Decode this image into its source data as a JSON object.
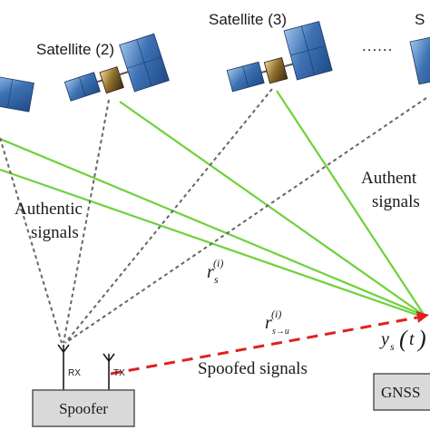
{
  "diagram": {
    "satellite_2_label": "Satellite (2)",
    "satellite_3_label": "Satellite (3)",
    "satellite_partial_label": "S",
    "ellipsis": "......",
    "authentic_left_line1": "Authentic",
    "authentic_left_line2": "signals",
    "authentic_right_line1": "Authent",
    "authentic_right_line2": "signals",
    "spoofed_label": "Spoofed signals",
    "spoofer_label": "Spoofer",
    "rx_label": "RX",
    "tx_label": "TX",
    "receiver_label": "GNSS",
    "r_s_base": "r",
    "r_s_sub": "s",
    "r_s_sup": "(i)",
    "r_su_base": "r",
    "r_su_sub": "s→u",
    "r_su_sup": "(i)",
    "ys_base": "y",
    "ys_sub": "s",
    "ys_arg": "t",
    "colors": {
      "authentic_line": "#6fd13b",
      "spoofed_line": "#e02020",
      "dashed_gray": "#666666",
      "panel_blue": "#3b6fb0",
      "box_fill": "#d9d9d9"
    }
  }
}
